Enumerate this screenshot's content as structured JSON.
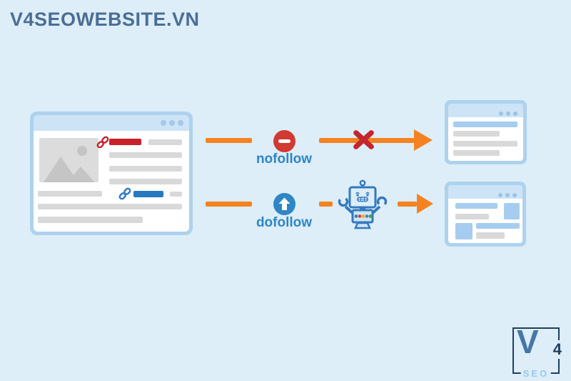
{
  "page": {
    "brand": "V4SEOWEBSITE.VN"
  },
  "colors": {
    "bg": "#ddeef8",
    "title_color": "#4b6e94",
    "frame": "#aed2ee",
    "header": "#cde4f7",
    "dots_left": "#a3c8e8",
    "dots_right": "#9cc2e4",
    "bar_gray": "#d9d9d9",
    "img_gray": "#dcdcdc",
    "img_shape": "#c5c5c5",
    "link_red": "#c9202b",
    "link_blue": "#2878be",
    "orange": "#f58220",
    "circle_red": "#d13a31",
    "circle_blue": "#2e86c6",
    "x_red": "#c4262e",
    "content_blue": "#a6cdef",
    "robot": "#3579bd",
    "robot_fill": "#cfe4f6",
    "robot_screen": "#dcecf9",
    "dot_blue": "#3f7fc0",
    "dot_red": "#d2392f",
    "dot_yellow": "#e8b52c",
    "dot_green": "#47a345",
    "navy": "#1f3f5e",
    "logo_v": "#4577a7",
    "logo_seo": "#9ec7e6"
  },
  "diagram": {
    "source_window": {
      "links": [
        {
          "type": "nofollow",
          "icon": "link-icon",
          "color": "#c9202b"
        },
        {
          "type": "dofollow",
          "icon": "link-icon",
          "color": "#2878be"
        }
      ]
    },
    "rows": [
      {
        "label": "nofollow",
        "icon": "minus-circle-icon",
        "marker": "x-mark-icon"
      },
      {
        "label": "dofollow",
        "icon": "up-arrow-circle-icon",
        "marker": "robot-icon"
      }
    ]
  },
  "logo": {
    "letter": "V",
    "number": "4",
    "word": "SEO"
  }
}
